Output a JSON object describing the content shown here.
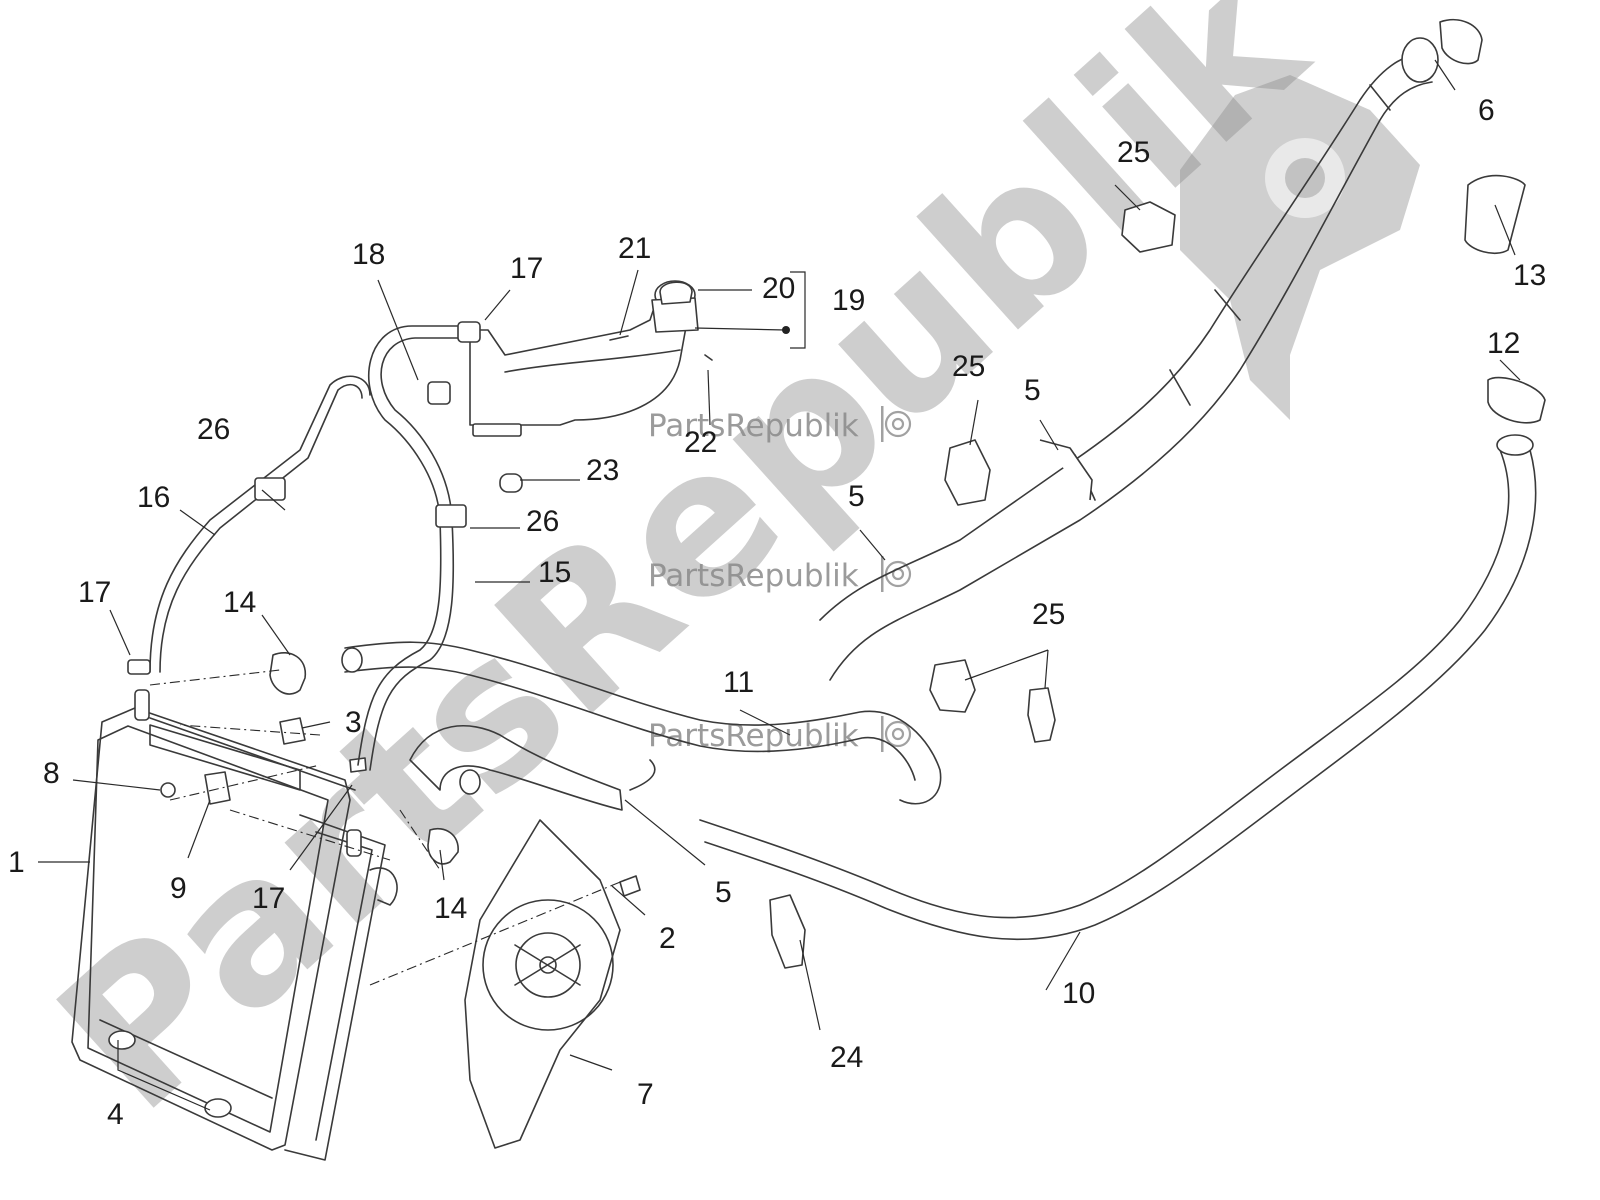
{
  "watermark": {
    "main_text": "PartsRepublik",
    "small_text": "PartsRepublik",
    "logo_icon": "gear-wrench-logo-icon",
    "color": "#8c8c8c"
  },
  "callouts": {
    "n1": "1",
    "n2": "2",
    "n3": "3",
    "n4": "4",
    "n5a": "5",
    "n5b": "5",
    "n5c": "5",
    "n6": "6",
    "n7": "7",
    "n8": "8",
    "n9": "9",
    "n10": "10",
    "n11": "11",
    "n12": "12",
    "n13": "13",
    "n14a": "14",
    "n14b": "14",
    "n15": "15",
    "n16": "16",
    "n17a": "17",
    "n17b": "17",
    "n17c": "17",
    "n18": "18",
    "n19": "19",
    "n20": "20",
    "n21": "21",
    "n22": "22",
    "n23": "23",
    "n24": "24",
    "n25a": "25",
    "n25b": "25",
    "n25c": "25",
    "n26a": "26",
    "n26b": "26"
  },
  "colors": {
    "line": "#3a3a3a",
    "background": "#ffffff"
  }
}
